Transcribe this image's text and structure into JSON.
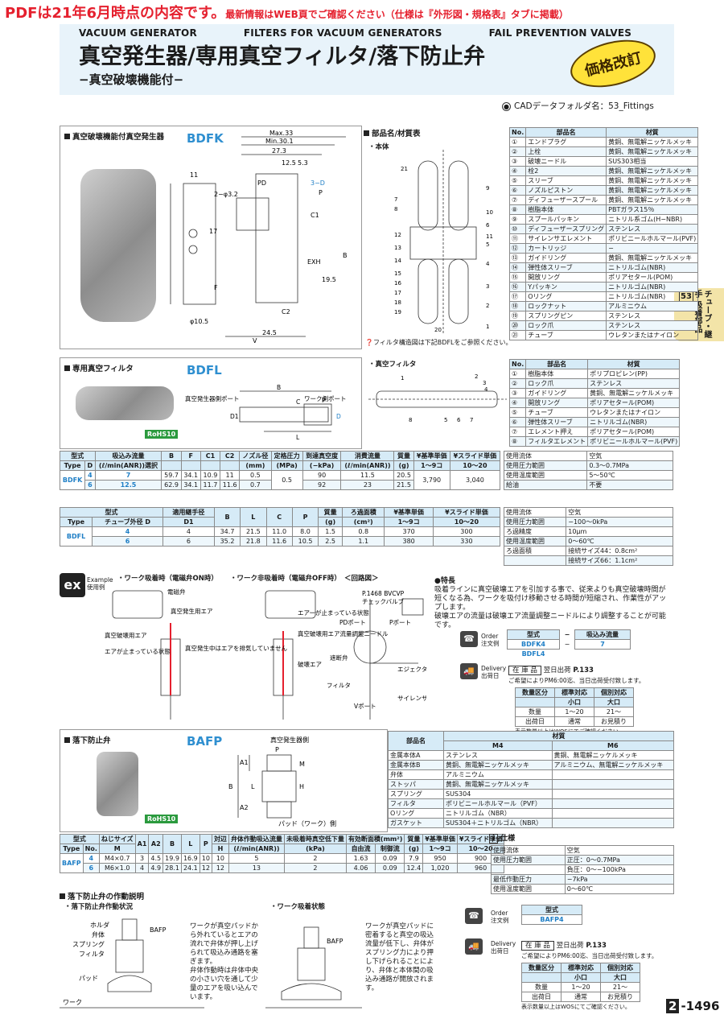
{
  "banner": {
    "main": "PDFは21年6月時点の内容です。",
    "note": "最新情報はWEB頁でご確認ください（仕様は『外形図・規格表』タブに掲載）"
  },
  "header": {
    "en_titles": [
      "VACUUM GENERATOR",
      "FILTERS FOR VACUUM GENERATORS",
      "FAIL PREVENTION VALVES"
    ],
    "title": "真空発生器/専用真空フィルタ/落下防止弁",
    "subtitle": "−真空破壊機能付−",
    "badge": "価格改訂"
  },
  "cad": {
    "label": "CADデータフォルダ名：53_Fittings"
  },
  "side_tab": {
    "num": "53",
    "text": "チューブ・継手 吸着部品"
  },
  "bdfk": {
    "section": "真空破壊機能付真空発生器",
    "model": "BDFK",
    "dims": [
      "Max.33",
      "Min.30.1",
      "27.3",
      "12.5",
      "5.3",
      "11",
      "2−φ3.2",
      "PD",
      "3−D",
      "P",
      "17",
      "C1",
      "B",
      "F",
      "EXH",
      "19.5",
      "C2",
      "φ10.5",
      "24.5",
      "V"
    ]
  },
  "parts_body": {
    "title": "部品名/材質表",
    "sub": "・本体",
    "callouts": [
      "21",
      "1",
      "2",
      "3",
      "4",
      "5",
      "6",
      "7",
      "8",
      "9",
      "10",
      "11",
      "12",
      "13",
      "14",
      "15",
      "16",
      "17",
      "18",
      "19",
      "20"
    ],
    "note": "フィルタ構造図は下記BDFLをご参照ください。",
    "headers": [
      "No.",
      "部品名",
      "材質"
    ],
    "rows": [
      [
        "①",
        "エンドプラグ",
        "黄銅、無電解ニッケルメッキ"
      ],
      [
        "②",
        "上栓",
        "黄銅、無電解ニッケルメッキ"
      ],
      [
        "③",
        "破壊ニードル",
        "SUS303相当"
      ],
      [
        "④",
        "栓2",
        "黄銅、無電解ニッケルメッキ"
      ],
      [
        "⑤",
        "スリーブ",
        "黄銅、無電解ニッケルメッキ"
      ],
      [
        "⑥",
        "ノズルピストン",
        "黄銅、無電解ニッケルメッキ"
      ],
      [
        "⑦",
        "ディフューザースプール",
        "黄銅、無電解ニッケルメッキ"
      ],
      [
        "⑧",
        "樹脂本体",
        "PBTガラス15％"
      ],
      [
        "⑨",
        "スプールパッキン",
        "ニトリル系ゴム(H−NBR)"
      ],
      [
        "⑩",
        "ディフューザースプリング",
        "ステンレス"
      ],
      [
        "⑪",
        "サイレンサエレメント",
        "ポリビニールホルマール(PVF)"
      ],
      [
        "⑫",
        "カートリッジ",
        "−"
      ],
      [
        "⑬",
        "ガイドリング",
        "黄銅、無電解ニッケルメッキ"
      ],
      [
        "⑭",
        "弾性体スリーブ",
        "ニトリルゴム(NBR)"
      ],
      [
        "⑮",
        "開放リング",
        "ポリアセタール(POM)"
      ],
      [
        "⑯",
        "Yパッキン",
        "ニトリルゴム(NBR)"
      ],
      [
        "⑰",
        "Oリング",
        "ニトリルゴム(NBR)"
      ],
      [
        "⑱",
        "ロックナット",
        "アルミニウム"
      ],
      [
        "⑲",
        "スプリングピン",
        "ステンレス"
      ],
      [
        "⑳",
        "ロック爪",
        "ステンレス"
      ],
      [
        "㉑",
        "チューブ",
        "ウレタンまたはナイロン"
      ]
    ]
  },
  "bdfl": {
    "section": "専用真空フィルタ",
    "model": "BDFL",
    "rohs": "RoHS10",
    "labels": [
      "真空発生器側ポート",
      "ワーク側ポート",
      "B",
      "C",
      "P",
      "L",
      "D1",
      "D"
    ],
    "sub": "・真空フィルタ",
    "callouts": [
      "1",
      "2",
      "3",
      "4",
      "5",
      "6",
      "7",
      "8"
    ],
    "headers": [
      "No.",
      "部品名",
      "材質"
    ],
    "rows": [
      [
        "①",
        "樹脂本体",
        "ポリプロピレン(PP)"
      ],
      [
        "②",
        "ロック爪",
        "ステンレス"
      ],
      [
        "③",
        "ガイドリング",
        "黄銅、無電解ニッケルメッキ"
      ],
      [
        "④",
        "開放リング",
        "ポリアセタール(POM)"
      ],
      [
        "⑤",
        "チューブ",
        "ウレタンまたはナイロン"
      ],
      [
        "⑥",
        "弾性体スリーブ",
        "ニトリルゴム(NBR)"
      ],
      [
        "⑦",
        "エレメント押え",
        "ポリアセタール(POM)"
      ],
      [
        "⑧",
        "フィルタエレメント",
        "ポリビニールホルマール(PVF)"
      ]
    ]
  },
  "bdfk_spec": {
    "headers1": [
      "型式",
      "吸込み流量",
      "B",
      "F",
      "C1",
      "C2",
      "ノズル径",
      "定格圧力",
      "到達真空度",
      "消費流量",
      "質量",
      "¥基準単価",
      "¥スライド単価"
    ],
    "headers1b": [
      "(ℓ/min(ANR))選択",
      "(mm)",
      "(MPa)",
      "(−kPa)",
      "(ℓ/min(ANR))",
      "(g)",
      "1〜9コ",
      "10〜20"
    ],
    "headers2": [
      "Type",
      "D"
    ],
    "type": "BDFK",
    "rows": [
      [
        "4",
        "7",
        "59.7",
        "34.1",
        "10.9",
        "11",
        "0.5",
        "0.5",
        "90",
        "11.5",
        "20.5",
        "3,790",
        "3,040"
      ],
      [
        "6",
        "12.5",
        "62.9",
        "34.1",
        "11.7",
        "11.6",
        "0.7",
        "",
        "92",
        "23",
        "21.5",
        "",
        ""
      ]
    ]
  },
  "bdfk_cond": {
    "rows": [
      [
        "使用流体",
        "空気"
      ],
      [
        "使用圧力範囲",
        "0.3〜0.7MPa"
      ],
      [
        "使用温度範囲",
        "5〜50℃"
      ],
      [
        "給油",
        "不要"
      ]
    ]
  },
  "bdfl_spec": {
    "headers": [
      "型式",
      "チューブ外径",
      "適用継手径",
      "B",
      "L",
      "C",
      "P",
      "質量",
      "ろ過面積",
      "¥基準単価",
      "¥スライド単価"
    ],
    "headers_b": [
      "Type",
      "D",
      "D1",
      "(g)",
      "(cm²)",
      "1〜9コ",
      "10〜20"
    ],
    "type": "BDFL",
    "rows": [
      [
        "4",
        "4",
        "34.7",
        "21.5",
        "11.0",
        "8.0",
        "1.5",
        "0.8",
        "370",
        "300"
      ],
      [
        "6",
        "6",
        "35.2",
        "21.8",
        "11.6",
        "10.5",
        "2.5",
        "1.1",
        "380",
        "330"
      ]
    ]
  },
  "bdfl_cond": {
    "rows": [
      [
        "使用流体",
        "空気"
      ],
      [
        "使用圧力範囲",
        "−100〜0kPa"
      ],
      [
        "ろ過精度",
        "10μm"
      ],
      [
        "使用温度範囲",
        "0〜60℃"
      ],
      [
        "ろ過面積",
        "接続サイズ44：0.8cm²"
      ],
      [
        "",
        "接続サイズ66：1.1cm²"
      ]
    ]
  },
  "example": {
    "label": "Example 使用例",
    "t1": "・ワーク吸着時（電磁弁ON時）",
    "t2": "・ワーク非吸着時（電磁弁OFF時）",
    "t3": "＜回路図＞",
    "labels": [
      "電磁弁",
      "真空発生用エア",
      "真空破壊用エア",
      "エアが止まっている状態",
      "真空発生中はエアを排気していません",
      "エアーが止まっている状態",
      "真空破壊用エア流量調整ニードル",
      "破壊エア",
      "P.1468 BVCVP",
      "チェックバルブ",
      "PDポート",
      "Pポート",
      "遮断弁",
      "エジェクタ",
      "フィルタ",
      "サイレンサ",
      "Vポート"
    ]
  },
  "features": {
    "title": "●特長",
    "text": "吸着ラインに真空破壊エアを引加する事で、従来よりも真空破壊時間が短くなる為、ワークを吸付け移動させる時間が短縮され、作業性がアップします。\n破壊エアの流量は破壊エア流量調整ニードルにより調整することが可能です。"
  },
  "order1": {
    "label": "Order 注文例",
    "h1": "型式",
    "h2": "吸込み流量",
    "v1": "BDFK4",
    "sep": "−",
    "v2": "7",
    "v3": "BDFL4"
  },
  "delivery1": {
    "label": "Delivery 出荷日",
    "stock": "在 庫 品",
    "text": "翌日出荷",
    "page": "P.133",
    "note": "ご希望によりPM6:00迄、当日出荷受付致します。",
    "qty_headers": [
      "数量区分",
      "標準対応",
      "個別対応"
    ],
    "qty_sub": [
      "",
      "小口",
      "大口"
    ],
    "qty_rows": [
      [
        "数量",
        "1〜20",
        "21〜"
      ],
      [
        "出荷日",
        "通常",
        "お見積り"
      ]
    ],
    "foot": "表示数量以上はWOSにてご確認ください。"
  },
  "bafp": {
    "section": "落下防止弁",
    "model": "BAFP",
    "rohs": "RoHS10",
    "labels": [
      "真空発生器側",
      "パッド（ワーク）側",
      "A1",
      "A2",
      "B",
      "L",
      "H",
      "M",
      "P"
    ],
    "mat_headers": [
      "部品名",
      "材質",
      "M4",
      "M6"
    ],
    "mat_rows": [
      [
        "金属本体A",
        "ステンレス",
        "黄銅、無電解ニッケルメッキ"
      ],
      [
        "金属本体B",
        "黄銅、無電解ニッケルメッキ",
        "アルミニウム、無電解ニッケルメッキ"
      ],
      [
        "弁体",
        "アルミニウム",
        ""
      ],
      [
        "ストッパ",
        "黄銅、無電解ニッケルメッキ",
        ""
      ],
      [
        "スプリング",
        "SUS304",
        ""
      ],
      [
        "フィルタ",
        "ポリビニールホルマール（PVF）",
        ""
      ],
      [
        "Oリング",
        "ニトリルゴム（NBR）",
        ""
      ],
      [
        "ガスケット",
        "SUS304＋ニトリルゴム（NBR）",
        ""
      ]
    ]
  },
  "bafp_spec": {
    "headers": [
      "型式",
      "ねじサイズ",
      "A1",
      "A2",
      "B",
      "L",
      "P",
      "対辺",
      "弁体作動吸込流量",
      "未吸着時真空低下量",
      "有効断面積(mm²)",
      "質量",
      "¥基準単価",
      "¥スライド単価"
    ],
    "headers_b": [
      "Type",
      "No.",
      "M",
      "H",
      "(ℓ/min(ANR))",
      "(kPa)",
      "自由流",
      "制御流",
      "(g)",
      "1〜9コ",
      "10〜20"
    ],
    "type": "BAFP",
    "rows": [
      [
        "4",
        "M4×0.7",
        "3",
        "4.5",
        "19.9",
        "16.9",
        "10",
        "10",
        "5",
        "2",
        "1.63",
        "0.09",
        "7.9",
        "950",
        "900"
      ],
      [
        "6",
        "M6×1.0",
        "4",
        "4.9",
        "28.1",
        "24.1",
        "12",
        "12",
        "13",
        "2",
        "4.06",
        "0.09",
        "12.4",
        "1,020",
        "960"
      ]
    ]
  },
  "bafp_cond": {
    "title": "仕様",
    "rows": [
      [
        "使用流体",
        "空気"
      ],
      [
        "使用圧力範囲",
        "正圧：0〜0.7MPa"
      ],
      [
        "",
        "負圧：0〜−100kPa"
      ],
      [
        "最低作動圧力",
        "−7kPa"
      ],
      [
        "使用温度範囲",
        "0〜60℃"
      ]
    ]
  },
  "operation": {
    "title": "落下防止弁の作動説明",
    "t1": "・落下防止弁作動状況",
    "t2": "・ワーク吸着状態",
    "labels1": [
      "ホルダ",
      "弁体",
      "スプリング",
      "フィルタ",
      "パッド",
      "ワーク",
      "BAFP"
    ],
    "text1": "ワークが真空パッドから外れているとエアの流れで弁体が押し上げられて吸込み通路を塞ぎます。\n弁体作動時は弁体中央の小さい穴を通して少量のエアを吸い込んでいます。",
    "text2": "ワークが真空パッドに密着すると真空の吸込流量が低下し、弁体がスプリング力により押し下げられることにより、弁体と本体間の吸込み通路が開放されます。"
  },
  "order2": {
    "label": "Order 注文例",
    "h1": "型式",
    "v1": "BAFP4"
  },
  "delivery2": {
    "label": "Delivery 出荷日",
    "stock": "在 庫 品",
    "text": "翌日出荷",
    "page": "P.133",
    "note": "ご希望によりPM6:00迄、当日出荷受付致します。",
    "qty_headers": [
      "数量区分",
      "標準対応",
      "個別対応"
    ],
    "qty_sub": [
      "",
      "小口",
      "大口"
    ],
    "qty_rows": [
      [
        "数量",
        "1〜20",
        "21〜"
      ],
      [
        "出荷日",
        "通常",
        "お見積り"
      ]
    ],
    "foot": "表示数量以上はWOSにてご確認ください。"
  },
  "page": {
    "section": "2",
    "number": "-1496"
  }
}
